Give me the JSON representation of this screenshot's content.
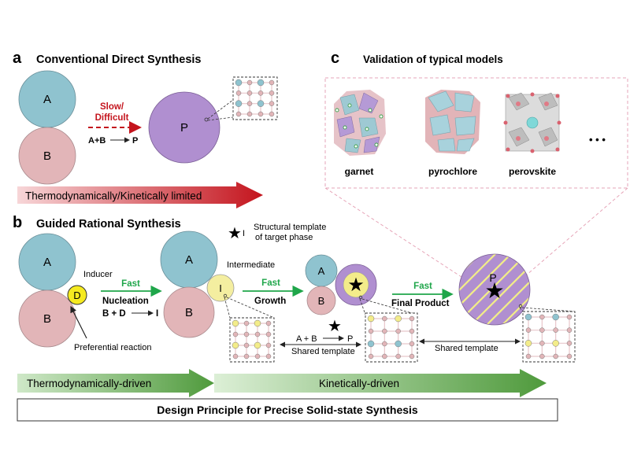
{
  "panel_a": {
    "letter": "a",
    "title": "Conventional Direct Synthesis",
    "circle_a": "A",
    "circle_b": "B",
    "circle_p": "P",
    "arrow_top": "Slow/",
    "arrow_top2": "Difficult",
    "equation": "A+B",
    "equation_product": "P",
    "banner": "Thermodynamically/Kinetically limited"
  },
  "panel_b": {
    "letter": "b",
    "title": "Guided Rational Synthesis",
    "legend": "Structural template",
    "legend2": "of target phase",
    "legend_symbol": "I",
    "s1_a": "A",
    "s1_b": "B",
    "s1_d": "D",
    "inducer": "Inducer",
    "preferential": "Preferential reaction",
    "step1_fast": "Fast",
    "step1_label": "Nucleation",
    "step1_eq": "B + D",
    "step1_eq_product": "I",
    "s2_a": "A",
    "s2_b": "B",
    "s2_i": "I",
    "intermediate": "Intermediate",
    "step2_fast": "Fast",
    "step2_label": "Growth",
    "s3_a": "A",
    "s3_b": "B",
    "step3_fast": "Fast",
    "step3_label": "Final Product",
    "product": "P",
    "eq_mid": "A + B",
    "eq_mid_product": "P",
    "shared1": "Shared template",
    "shared2": "Shared template",
    "banner_left": "Thermodynamically-driven",
    "banner_right": "Kinetically-driven",
    "principle": "Design Principle for Precise Solid-state Synthesis"
  },
  "panel_c": {
    "letter": "c",
    "title": "Validation of typical models",
    "models": [
      "garnet",
      "pyrochlore",
      "perovskite"
    ],
    "more": "• • •"
  },
  "colors": {
    "teal": "#8fc3cf",
    "pink": "#e2b5b8",
    "purple": "#b08fd0",
    "yellow": "#f5f08a",
    "red": "#c4141d",
    "green": "#1fa64a"
  }
}
